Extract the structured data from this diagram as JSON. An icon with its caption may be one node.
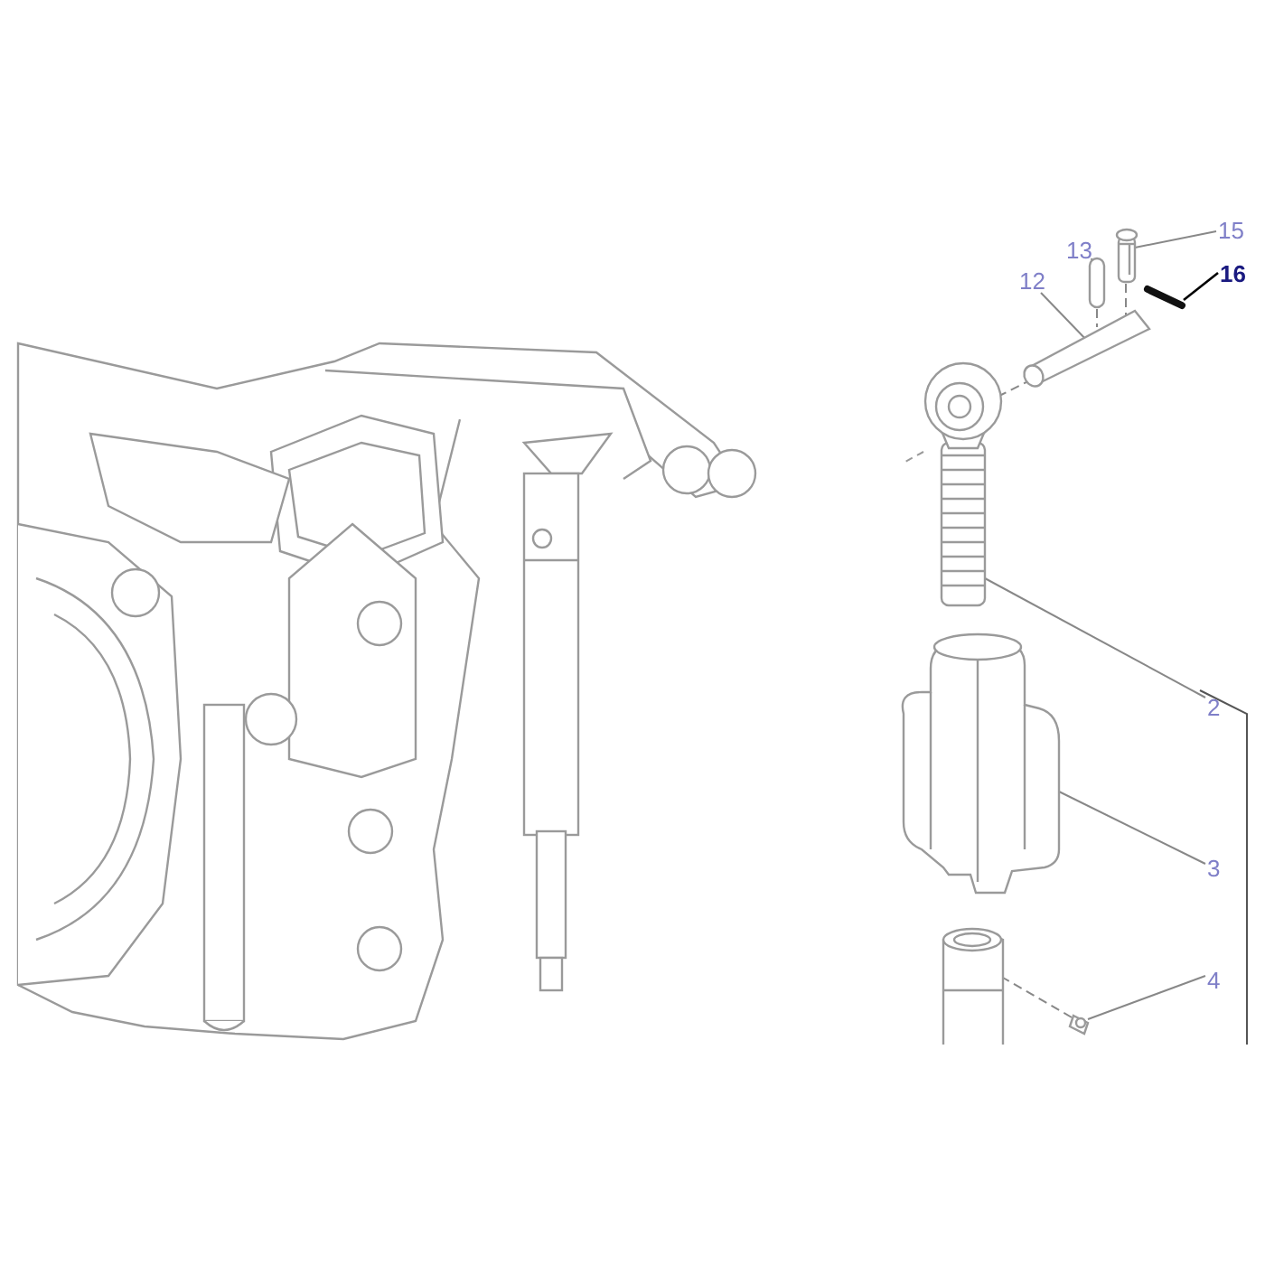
{
  "diagram": {
    "nodes": [
      {
        "text": [
          "15"
        ]
      },
      {
        "text": [
          "13"
        ]
      },
      {
        "text": [
          "16"
        ]
      },
      {
        "text": [
          "12"
        ]
      },
      {
        "text": [
          "2"
        ]
      },
      {
        "text": [
          "3"
        ]
      },
      {
        "text": [
          "4"
        ]
      },
      {
        "text": [],
        "shape": "picture"
      },
      {
        "text": [],
        "shape": "picture"
      },
      {
        "text": [],
        "shape": "picture"
      },
      {
        "text": [],
        "shape": "picture"
      },
      {
        "text": [],
        "shape": "picture"
      },
      {
        "text": [],
        "shape": "picture"
      },
      {
        "text": [],
        "shape": "picture"
      },
      {
        "text": [],
        "shape": "picture"
      }
    ],
    "edges": [
      {
        "from": 0,
        "to": 8,
        "arrow": "none"
      },
      {
        "from": 1,
        "to": 7,
        "arrow": "none"
      },
      {
        "from": 2,
        "to": 9,
        "arrow": "none",
        "color": "#000000"
      },
      {
        "from": 3,
        "to": 10,
        "arrow": "none"
      },
      {
        "from": 4,
        "to": 11,
        "arrow": "none"
      },
      {
        "from": 5,
        "to": 12,
        "arrow": "none"
      },
      {
        "from": 6,
        "to": 13,
        "arrow": "none"
      },
      {
        "from": 7,
        "to": 10,
        "arrow": "none",
        "style": "dashed"
      },
      {
        "from": 8,
        "to": 10,
        "arrow": "none",
        "style": "dashed"
      },
      {
        "from": 10,
        "to": 11,
        "arrow": "none",
        "style": "dashed"
      },
      {
        "from": 13,
        "to": 14,
        "arrow": "none",
        "style": "dashed"
      }
    ]
  }
}
